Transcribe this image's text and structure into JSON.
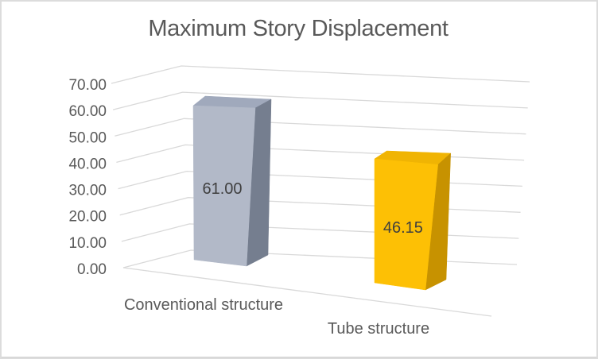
{
  "chart_data": {
    "type": "bar",
    "projection": "3d",
    "title": "Maximum Story Displacement",
    "categories": [
      "Conventional structure",
      "Tube structure"
    ],
    "values": [
      61.0,
      46.15
    ],
    "data_labels": [
      "61.00",
      "46.15"
    ],
    "y_ticks": [
      "0.00",
      "10.00",
      "20.00",
      "30.00",
      "40.00",
      "50.00",
      "60.00",
      "70.00"
    ],
    "ylim": [
      0,
      70
    ],
    "y_tick_step": 10,
    "grid": true,
    "legend": "none",
    "colors": {
      "bars": [
        {
          "front": "#b2b9c8",
          "side": "#757e8f",
          "top": "#a0a9bc"
        },
        {
          "front": "#fdc005",
          "side": "#c79200",
          "top": "#f0b403"
        }
      ],
      "gridline": "#d9d9d9",
      "axis_text": "#595959",
      "title_text": "#595959",
      "data_label_text": "#3f3f3f",
      "border": "#dcdcdc",
      "background": "#ffffff"
    }
  }
}
